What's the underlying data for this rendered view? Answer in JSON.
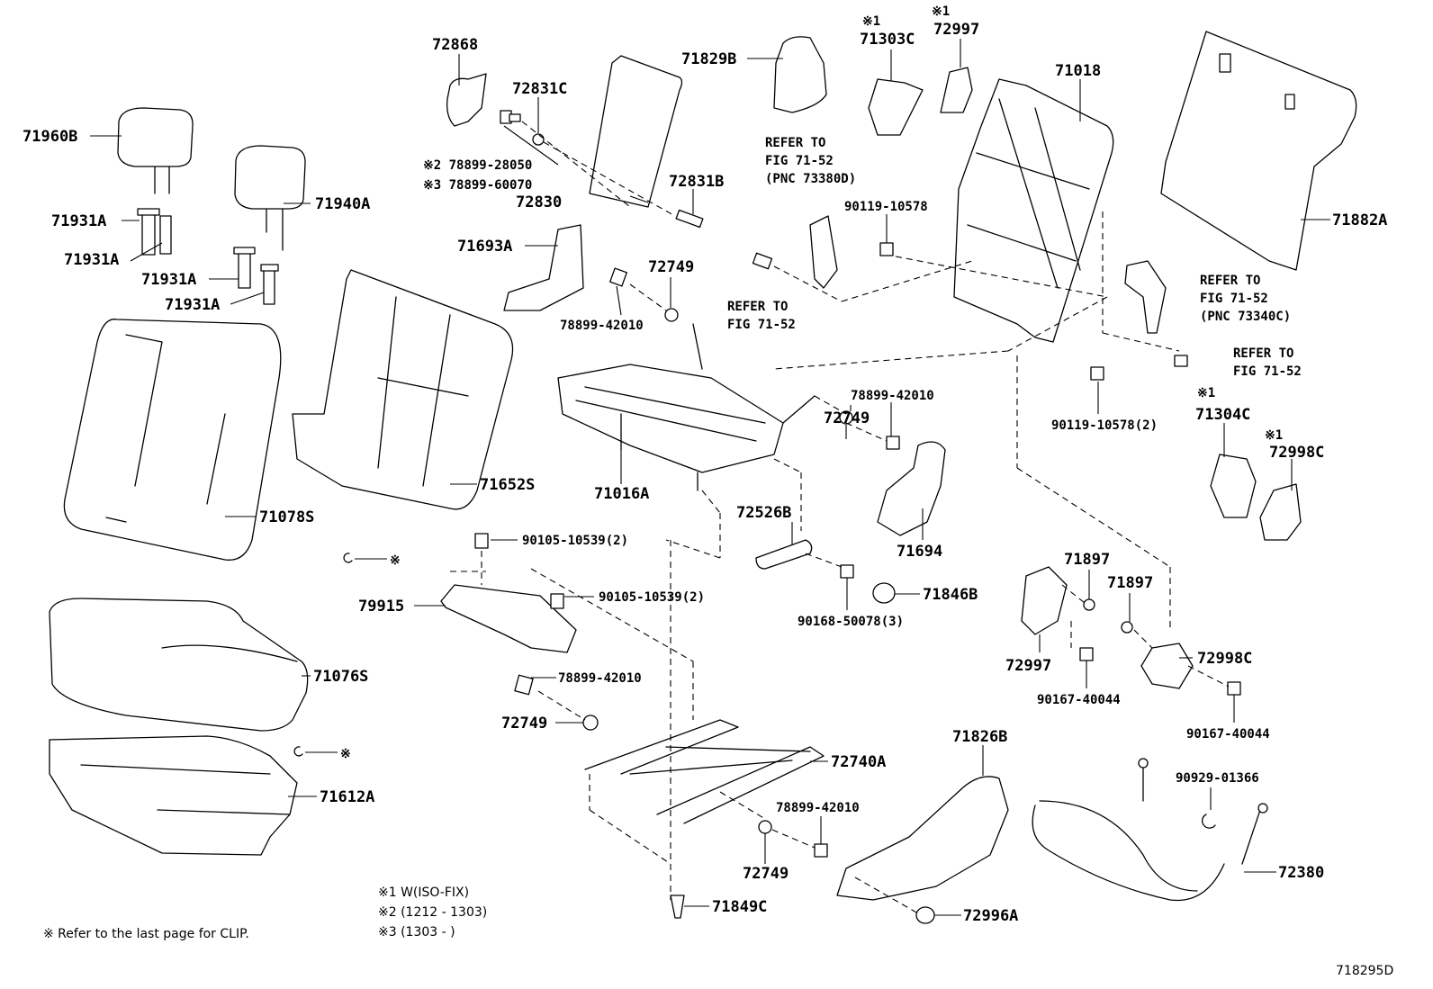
{
  "diagram_code": "718295D",
  "labels": {
    "p72868": "72868",
    "p72831c": "72831C",
    "p71829b": "71829B",
    "m1_71303c": "※1",
    "p71303c": "71303C",
    "m1_72997": "※1",
    "p72997_top": "72997",
    "p71018": "71018",
    "p71960b": "71960B",
    "p78899_28050": "※2 78899-28050",
    "p78899_60070": "※3 78899-60070",
    "p72830": "72830",
    "p72831b": "72831B",
    "p71940a": "71940A",
    "p71931a_1": "71931A",
    "p71931a_2": "71931A",
    "p71931a_3": "71931A",
    "p71931a_4": "71931A",
    "p71693a": "71693A",
    "p72749_top": "72749",
    "p78899_42010_a": "78899-42010",
    "p90119_10578": "90119-10578",
    "p71882a": "71882A",
    "p78899_42010_b": "78899-42010",
    "p72749_mid": "72749",
    "p71016a": "71016A",
    "p71652s": "71652S",
    "p71078s": "71078S",
    "p90119_10578_2": "90119-10578(2)",
    "m1_71304c": "※1",
    "p71304c": "71304C",
    "m1_72998c": "※1",
    "p72998c_top": "72998C",
    "p71694": "71694",
    "p72526b": "72526B",
    "p90105_a": "90105-10539(2)",
    "p90105_b": "90105-10539(2)",
    "p79915": "79915",
    "p71846b": "71846B",
    "p90168": "90168-50078(3)",
    "p71897_a": "71897",
    "p71897_b": "71897",
    "p72997_bot": "72997",
    "p72998c_bot": "72998C",
    "p90167_a": "90167-40044",
    "p90167_b": "90167-40044",
    "p71076s": "71076S",
    "p78899_42010_c": "78899-42010",
    "p72749_low": "72749",
    "p72740a": "72740A",
    "p71826b": "71826B",
    "p71612a": "71612A",
    "p78899_42010_d": "78899-42010",
    "p72749_bot": "72749",
    "p90929": "90929-01366",
    "p72380": "72380",
    "p71849c": "71849C",
    "p72996a": "72996A",
    "clip_mark_1": "※",
    "clip_mark_2": "※"
  },
  "refers": {
    "r1_l1": "REFER TO",
    "r1_l2": "FIG 71-52",
    "r1_l3": "(PNC 73380D)",
    "r2_l1": "REFER TO",
    "r2_l2": "FIG 71-52",
    "r3_l1": "REFER TO",
    "r3_l2": "FIG 71-52",
    "r3_l3": "(PNC 73340C)",
    "r4_l1": "REFER TO",
    "r4_l2": "FIG 71-52"
  },
  "notes": {
    "n1": "※1 W(ISO-FIX)",
    "n2": "※2 (1212 - 1303)",
    "n3": "※3 (1303 -         )",
    "clip": "※  Refer to the last page for CLIP."
  }
}
